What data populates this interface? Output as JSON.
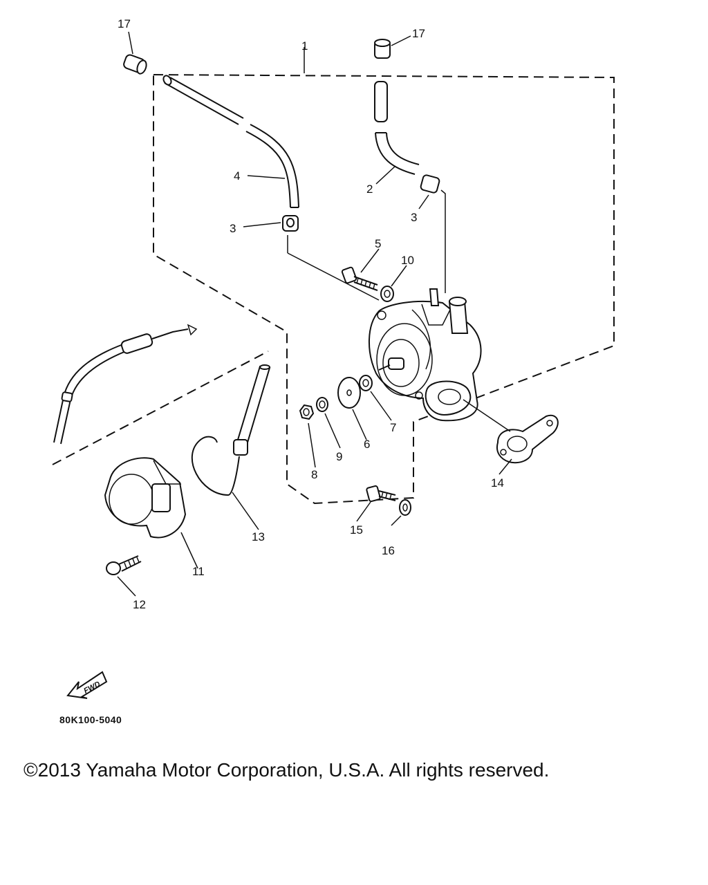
{
  "callouts": {
    "c1": "1",
    "c2": "2",
    "c3a": "3",
    "c3b": "3",
    "c4": "4",
    "c5": "5",
    "c6": "6",
    "c7": "7",
    "c8": "8",
    "c9": "9",
    "c10": "10",
    "c11": "11",
    "c12": "12",
    "c13": "13",
    "c14": "14",
    "c15": "15",
    "c16": "16",
    "c17a": "17",
    "c17b": "17"
  },
  "fwd_label": "FWD",
  "diagram_code": "80K100-5040",
  "copyright": "©2013 Yamaha Motor Corporation, U.S.A. All rights reserved."
}
